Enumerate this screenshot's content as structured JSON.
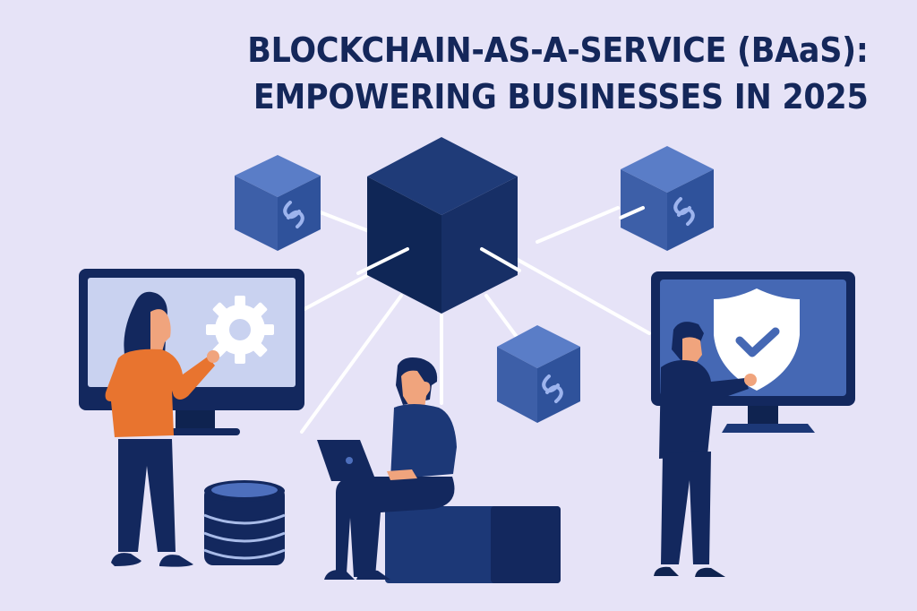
{
  "title": {
    "line1": "BLOCKCHAIN-AS-A-SERVICE (BAaS):",
    "line2": "EMPOWERING BUSINESSES IN 2025"
  },
  "illustration": {
    "central_block": "blockchain-cube",
    "satellite_blocks": [
      "chain-link-cube-top-left",
      "chain-link-cube-top-right",
      "chain-link-cube-bottom-center"
    ],
    "left_monitor_icon": "gear-icon",
    "right_monitor_icon": "shield-check-icon",
    "figures": [
      "woman-at-monitor",
      "man-with-laptop",
      "man-with-shield"
    ],
    "props": [
      "database-stack",
      "bench"
    ]
  },
  "colors": {
    "background": "#e6e3f7",
    "title": "#14275a",
    "navy": "#13285e",
    "mid_blue": "#3d5fa8",
    "light_blue": "#c9d2f0",
    "orange": "#e8742f",
    "skin": "#f0a47d"
  }
}
